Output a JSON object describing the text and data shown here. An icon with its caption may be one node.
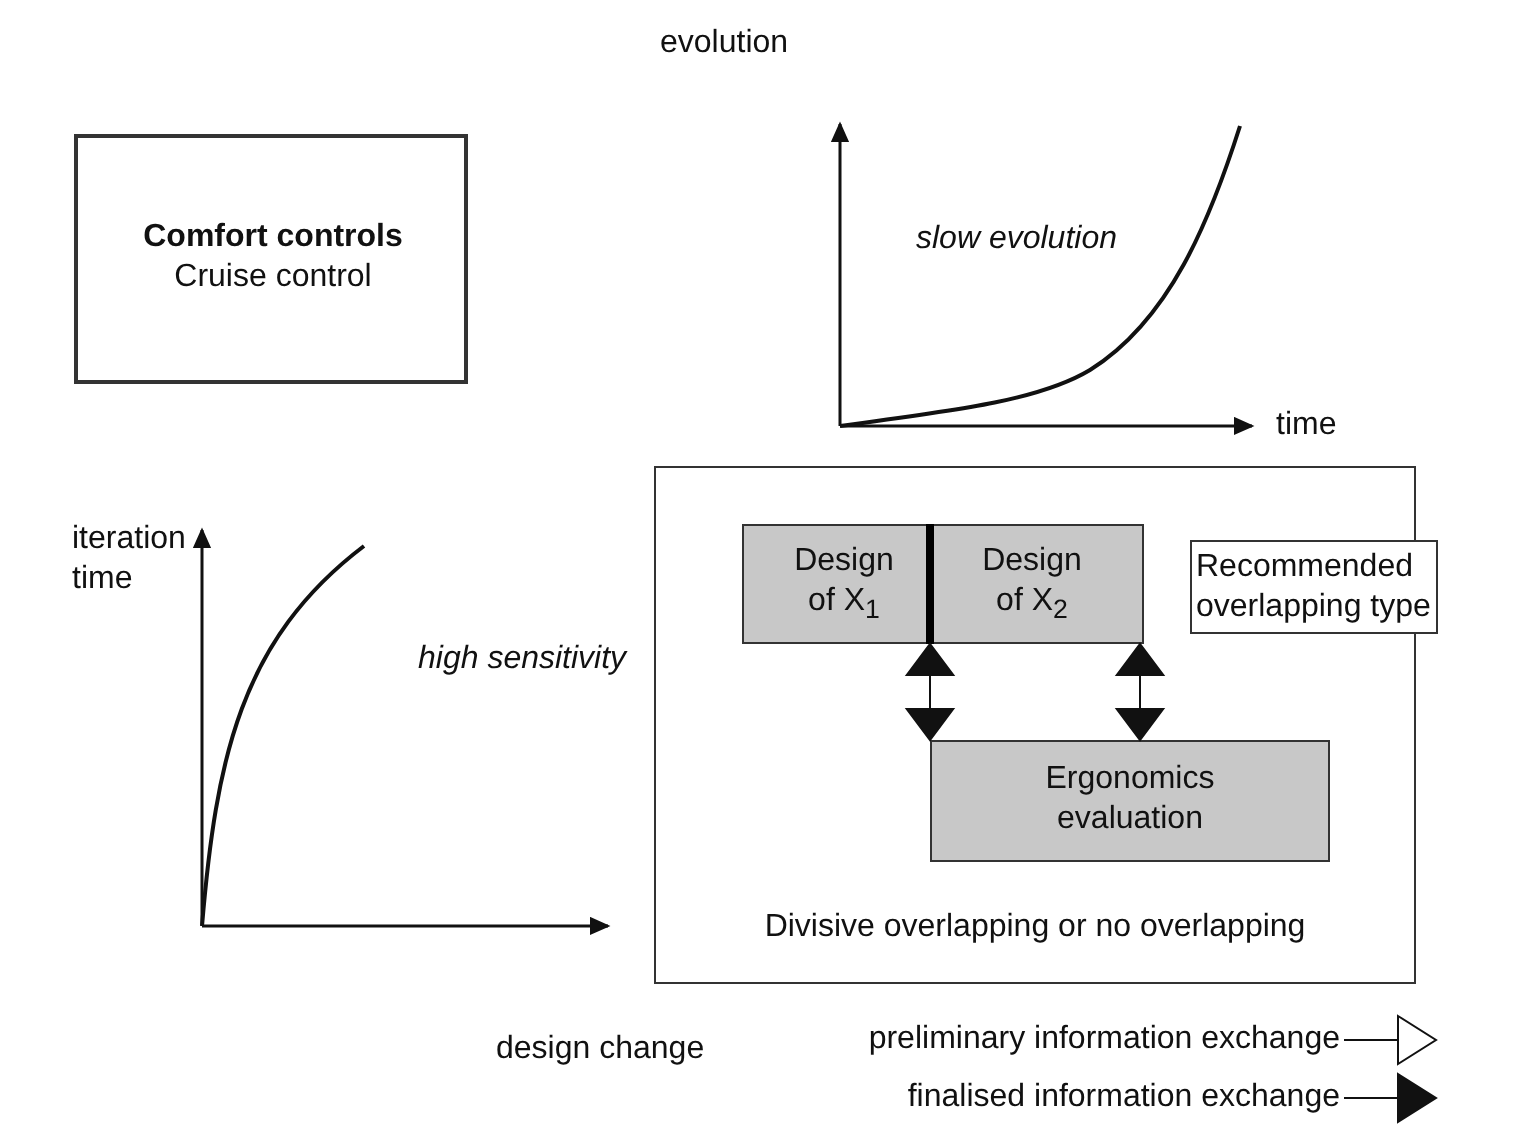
{
  "diagram": {
    "nodes": [
      {
        "text": [
          "Comfort controls",
          "Cruise control"
        ]
      },
      {
        "text": [
          "Divisive overlapping or no overlapping"
        ]
      },
      {
        "text": [
          "Recommended overlapping type"
        ]
      },
      {
        "text": [
          "Design of X$_{1}$"
        ],
        "in": 1
      },
      {
        "text": [
          "Design of X$_{2}$"
        ],
        "in": 1
      },
      {
        "text": [
          "Ergonomics evaluation"
        ],
        "in": 1
      }
    ],
    "edges": [
      {
        "from": 3,
        "to": 5,
        "arrow": "both"
      },
      {
        "from": 4,
        "to": 5,
        "arrow": "both"
      }
    ],
    "labels": [
      "evolution",
      "slow evolution",
      "time",
      "iteration time",
      "high sensitivity",
      "design change"
    ],
    "legend": [
      {
        "text": "preliminary information exchange"
      },
      {
        "text": "finalised information exchange"
      }
    ]
  }
}
